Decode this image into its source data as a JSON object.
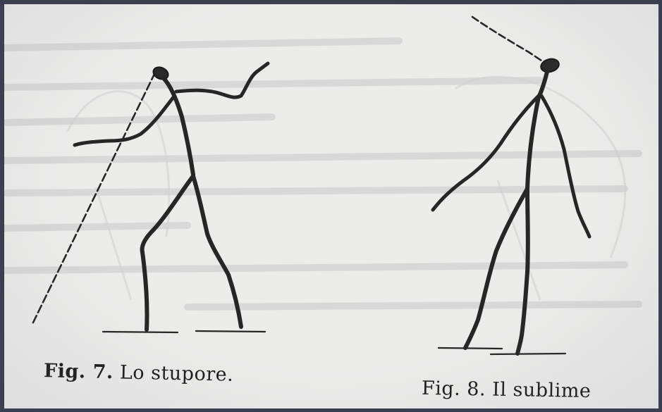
{
  "figures": [
    {
      "id": "fig-7",
      "caption_number": "Fig. 7.",
      "caption_text": "Lo stupore."
    },
    {
      "id": "fig-8",
      "caption_number": "Fig. 8.",
      "caption_text": "Il sublime"
    }
  ]
}
